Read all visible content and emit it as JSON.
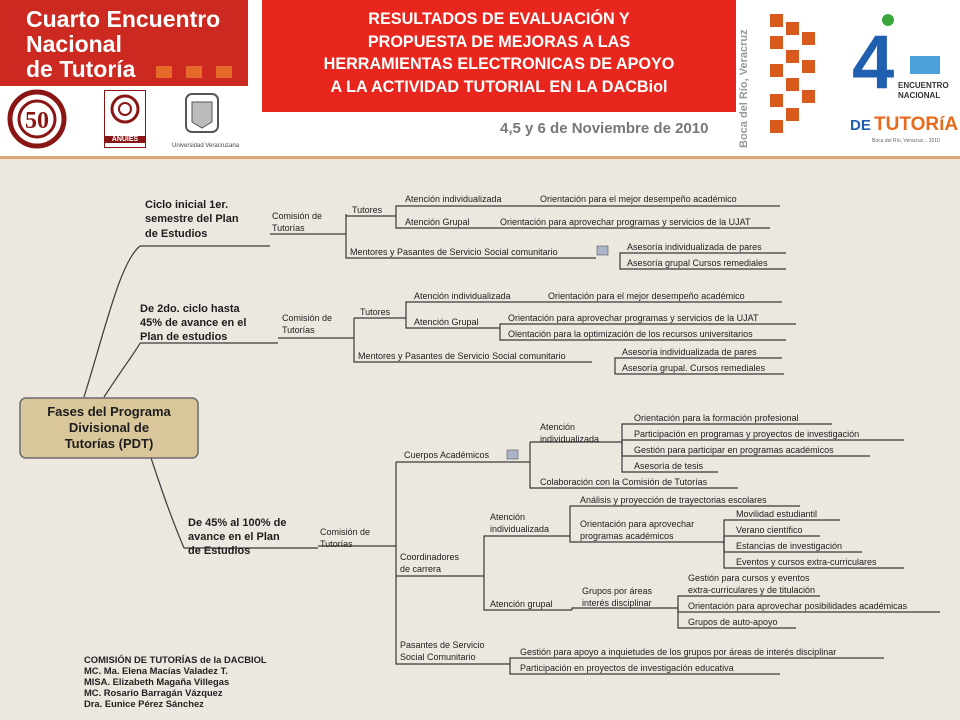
{
  "header": {
    "event_title_lines": [
      "Cuarto Encuentro",
      "Nacional",
      "de Tutoría"
    ],
    "slide_title_lines": [
      "RESULTADOS DE EVALUACIÓN Y",
      "PROPUESTA DE MEJORAS A LAS",
      "HERRAMIENTAS ELECTRONICAS DE APOYO",
      "A LA ACTIVIDAD TUTORIAL EN LA DACBiol"
    ],
    "dates": "4,5 y 6 de Noviembre de 2010",
    "venue": "Boca del Río, Veracruz",
    "logo_number": "4",
    "logo_sub1": "ENCUENTRO",
    "logo_sub2": "NACIONAL",
    "logo_brand_de": "DE",
    "logo_brand_main": "TUTORíA",
    "logo_tagline": "Boca del Río, Veracruz... 2010",
    "anuies_label": "ANUIES",
    "uv_label": "Universidad Veracruzana",
    "anniv_number": "50",
    "brand_color": "#e8261e",
    "accent_color": "#d95a1c"
  },
  "mindmap": {
    "root": [
      "Fases del Programa",
      "Divisional de",
      "Tutorías (PDT)"
    ],
    "phase1": {
      "label": [
        "Ciclo inicial 1er.",
        "semestre del Plan",
        "de Estudios"
      ],
      "comision": [
        "Comisión de",
        "Tutorías"
      ],
      "tutores": "Tutores",
      "atencion_ind": "Atención individualizada",
      "atencion_ind_leaf": "Orientación para el mejor desempeño académico",
      "atencion_grupal": "Atención Grupal",
      "atencion_grupal_leaf": "Orientación para aprovechar programas y servicios de la UJAT",
      "mentores": "Mentores y Pasantes de Servicio Social comunitario",
      "mentores_leaves": [
        "Asesoría individualizada de pares",
        "Asesoría grupal Cursos remediales"
      ]
    },
    "phase2": {
      "label": [
        "De 2do. ciclo hasta",
        "45% de avance en el",
        "Plan de estudios"
      ],
      "comision": [
        "Comisión de",
        "Tutorías"
      ],
      "tutores": "Tutores",
      "atencion_ind": "Atención individualizada",
      "atencion_ind_leaf": "Orientación para el mejor desempeño académico",
      "atencion_grupal": "Atención Grupal",
      "atencion_grupal_leaves": [
        "Orientación para aprovechar programas y servicios de la UJAT",
        "Olentación para la optimización de los recursos universitarios"
      ],
      "mentores": "Mentores y Pasantes de Servicio Social comunitario",
      "mentores_leaves": [
        "Asesoría individualizada de pares",
        "Asesoría grupal. Cursos remediales"
      ]
    },
    "phase3": {
      "label": [
        "De 45% al 100% de",
        "avance en el Plan",
        "de Estudios"
      ],
      "comision": [
        "Comisión de",
        "Tutorías"
      ],
      "cuerpos": "Cuerpos Académicos",
      "cuerpos_atencion": [
        "Atención",
        "individualizada"
      ],
      "cuerpos_atencion_leaves": [
        "Orientación para la formación profesional",
        "Participación en programas y proyectos de investigación",
        "Gestión para participar en programas académicos",
        "Asesoría de tesis"
      ],
      "colaboracion": "Colaboración con la Comisión de Tutorías",
      "coordinadores": [
        "Coordinadores",
        "de carrera"
      ],
      "coord_atencion": [
        "Atención",
        "individualizada"
      ],
      "analisis": "Análisis y proyección de trayectorias escolares",
      "orientacion_programas": [
        "Orientación para aprovechar",
        "programas académicos"
      ],
      "orientacion_leaves": [
        "Movilidad estudiantil",
        "Verano científico",
        "Estancias de investigación",
        "Eventos y cursos extra-curriculares"
      ],
      "atencion_grupal": "Atención grupal",
      "grupos_areas": [
        "Grupos por áreas",
        "interés disciplinar"
      ],
      "grupos_leaves": [
        [
          "Gestión para cursos y eventos",
          "extra-curriculares y de titulación"
        ],
        [
          "Orientación para aprovechar posibilidades académicas"
        ],
        [
          "Grupos de auto-apoyo"
        ]
      ],
      "pasantes": [
        "Pasantes de Servicio",
        "Social Comunitario"
      ],
      "pasantes_leaves": [
        "Gestión para apoyo a inquietudes de los grupos por áreas de interés disciplinar",
        "Participación en proyectos de investigación educativa"
      ]
    }
  },
  "footer": {
    "credits": [
      "COMISIÓN DE TUTORÍAS de la DACBIOL",
      "MC. Ma. Elena Macías Valadez T.",
      "MISA. Elizabeth Magaña Villegas",
      "MC. Rosario Barragán Vázquez",
      "Dra. Eunice Pérez Sánchez"
    ]
  }
}
